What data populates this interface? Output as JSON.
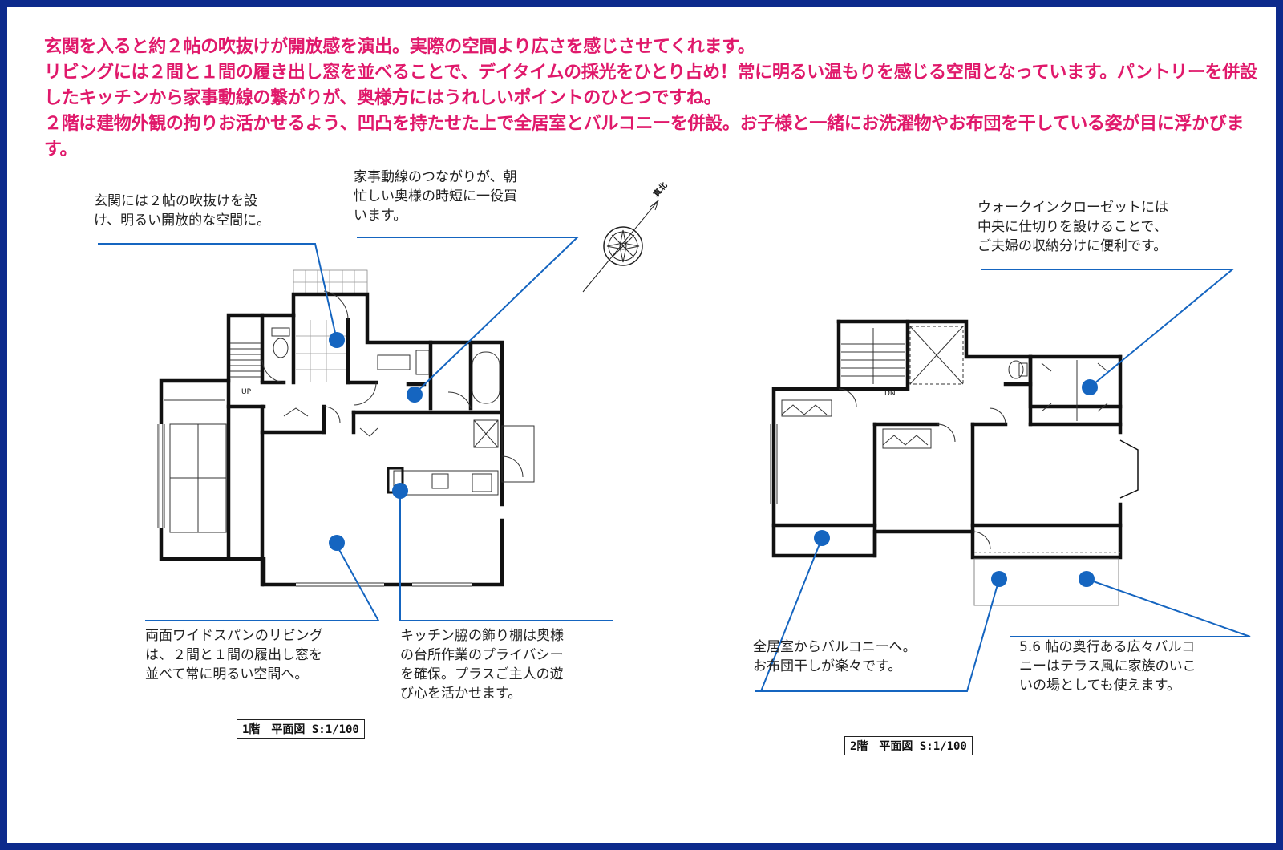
{
  "intro": [
    "玄関を入ると約２帖の吹抜けが開放感を演出。実際の空間より広さを感じさせてくれます。",
    "リビングには２間と１間の履き出し窓を並べることで、デイタイムの採光をひとり占め！常に明るい温もりを感じる空間となっています。パントリーを併設したキッチンから家事動線の繋がりが、奥様方にはうれしいポイントのひとつですね。",
    "２階は建物外観の拘りお活かせるよう、凹凸を持たせた上で全居室とバルコニーを併設。お子様と一緒にお洗濯物やお布団を干している姿が目に浮かびます。"
  ],
  "floor1": {
    "notes": {
      "entrance": "玄関には２帖の吹抜けを設\nけ、明るい開放的な空間に。",
      "chores": "家事動線のつながりが、朝\n忙しい奥様の時短に一役買\nいます。",
      "living": "両面ワイドスパンのリビング\nは、２間と１間の履出し窓を\n並べて常に明るい空間へ。",
      "kitchen": "キッチン脇の飾り棚は奥様\nの台所作業のプライバシー\nを確保。プラスご主人の遊\nび心を活かせます。"
    },
    "scale_label": "1階　平面図 S:1/100",
    "up_label": "UP"
  },
  "floor2": {
    "notes": {
      "closet": "ウォークインクローゼットには\n中央に仕切りを設けることで、\nご夫婦の収納分けに便利です。",
      "balcony_rooms": "全居室からバルコニーへ。\nお布団干しが楽々です。",
      "balcony_wide": "5.6 帖の奥行ある広々バルコ\nニーはテラス風に家族のいこ\nいの場としても使えます。"
    },
    "scale_label": "2階　平面図 S:1/100",
    "dn_label": "DN"
  },
  "compass": {
    "label": "真北"
  },
  "colors": {
    "frame": "#0d2a8c",
    "headline": "#e0196b",
    "callout": "#1565c0",
    "wall": "#111111"
  }
}
